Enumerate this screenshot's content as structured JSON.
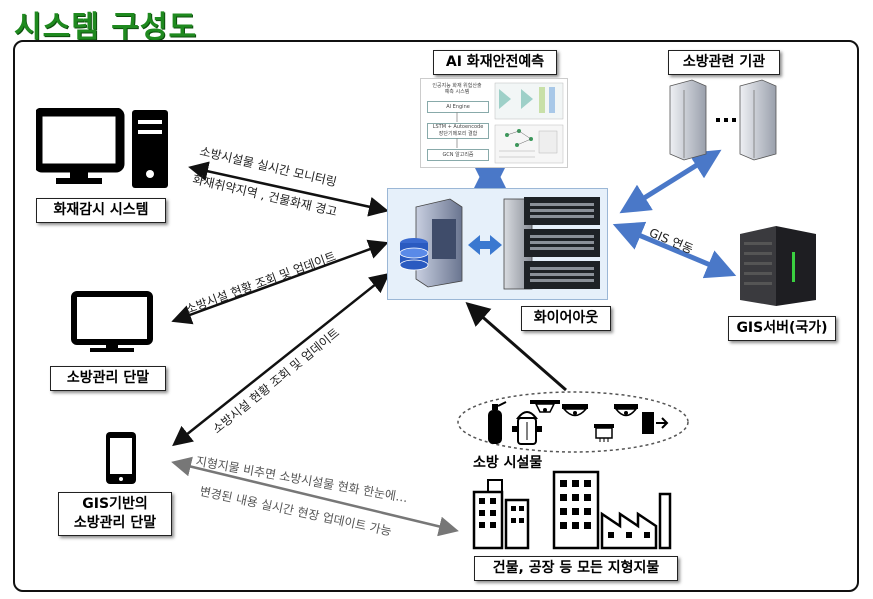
{
  "title": "시스템 구성도",
  "labels": {
    "ai": "AI 화재안전예측",
    "agency": "소방관련 기관",
    "fire_monitor": "화재감시 시스템",
    "firefighting_terminal": "소방관리 단말",
    "gis_terminal_line1": "GIS기반의",
    "gis_terminal_line2": "소방관리 단말",
    "fireout": "화이어아웃",
    "gis_server": "GIS서버(국가)",
    "facilities": "소방 시설물",
    "buildings": "건물, 공장 등 모든 지형지물"
  },
  "arrows": {
    "monitor_1": "소방시설물 실시간 모니터링",
    "monitor_2": "화재취약지역 , 건물화재 경고",
    "terminal": "소방시설 현황 조회 및 업데이트",
    "gis_terminal": "소방시설 현황 조회 및 업데이트",
    "gis_link": "GIS 연동",
    "field_1": "지형지물 비추면 소방시설물 현화 한눈에…",
    "field_2": "변경된 내용 실시간 현장 업데이트 가능"
  },
  "ai_screen": {
    "heading_1": "인공지능 화재 위험산출",
    "heading_2": "예측 시스템",
    "box_1": "AI Engine",
    "box_2": "LSTM + Autoencode",
    "box_2b": "장단기메모리 결합",
    "box_3": "GCN 알고리즘"
  },
  "colors": {
    "title_green": "#1f8a1f",
    "link_blue": "#4a78c8",
    "panel_blue": "#e6f0fa"
  },
  "icons": [
    "monitor-pc-icon",
    "tv-monitor-icon",
    "smartphone-icon",
    "server-rack-icon",
    "database-server-icon",
    "fire-extinguisher-icon",
    "fire-hydrant-icon",
    "cctv-icon",
    "smoke-detector-icon",
    "sprinkler-icon",
    "exit-sign-icon",
    "building-icon",
    "factory-icon"
  ]
}
